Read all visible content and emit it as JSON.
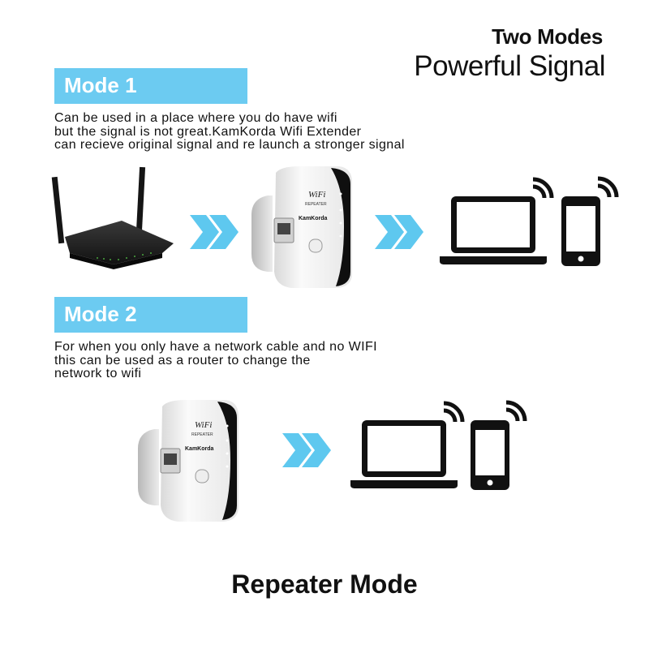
{
  "header": {
    "line1": "Two Modes",
    "line2": "Powerful Signal"
  },
  "mode1": {
    "label": "Mode 1",
    "description": "Can be used in a place where you do have wifi\nbut the signal is not great.KamKorda Wifi Extender\ncan recieve original signal and re launch a stronger signal"
  },
  "mode2": {
    "label": "Mode 2",
    "description": "For when you only have a network cable and no WIFI\nthis can be used as a router to change the\nnetwork to wifi"
  },
  "device": {
    "logo_top": "WiFi",
    "logo_sub": "REPEATER",
    "brand": "KamKorda"
  },
  "footer": {
    "title": "Repeater Mode"
  },
  "colors": {
    "accent": "#5ec8ef",
    "band": "#6ccbf1",
    "ink": "#111111",
    "device_body": "#f4f4f4",
    "device_side": "#111111"
  },
  "icons": [
    "router-icon",
    "chevrons-icon",
    "laptop-icon",
    "smartphone-icon",
    "wifi-waves-icon",
    "repeater-device"
  ]
}
